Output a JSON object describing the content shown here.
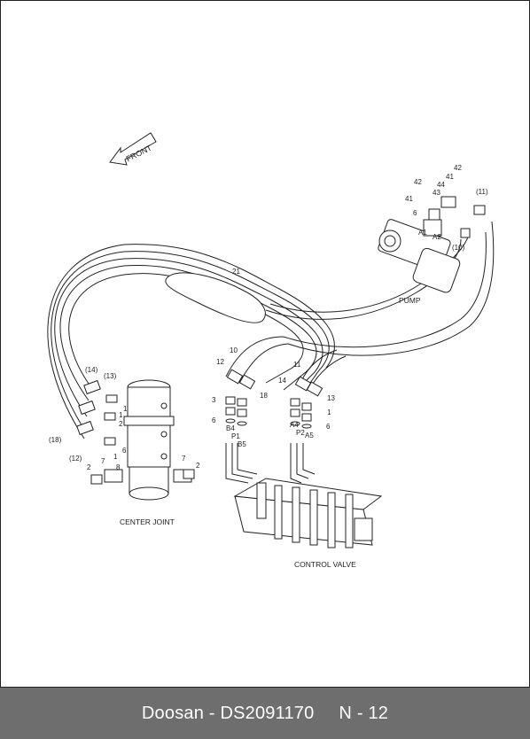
{
  "diagram": {
    "front_label": "FRONT",
    "captions": {
      "pump": "PUMP",
      "center_joint": "CENTER JOINT",
      "control_valve": "CONTROL VALVE"
    },
    "part_labels": [
      "21",
      "42",
      "41",
      "44",
      "42",
      "43",
      "41",
      "(11)",
      "6",
      "A1",
      "A2",
      "(10)",
      "10",
      "12",
      "18",
      "3",
      "6",
      "B4",
      "P1",
      "B5",
      "11",
      "14",
      "13",
      "1",
      "A4",
      "6",
      "P2",
      "A5",
      "(14)",
      "(13)",
      "1",
      "1",
      "2",
      "6",
      "1",
      "(18)",
      "(12)",
      "2",
      "7",
      "8",
      "7",
      "2"
    ]
  },
  "footer": {
    "brand": "Doosan",
    "separator": "-",
    "part_number": "DS2091170",
    "page": "N - 12"
  }
}
